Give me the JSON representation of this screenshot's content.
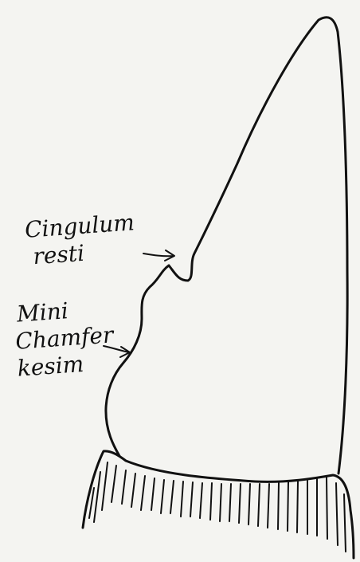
{
  "annotations": {
    "cingulum": {
      "line1": "Cingulum",
      "line2": "resti"
    },
    "chamfer": {
      "line1": "Mini",
      "line2": "Chamfer",
      "line3": "kesim"
    }
  },
  "colors": {
    "ink": "#111111",
    "paper": "#f4f4f1"
  }
}
